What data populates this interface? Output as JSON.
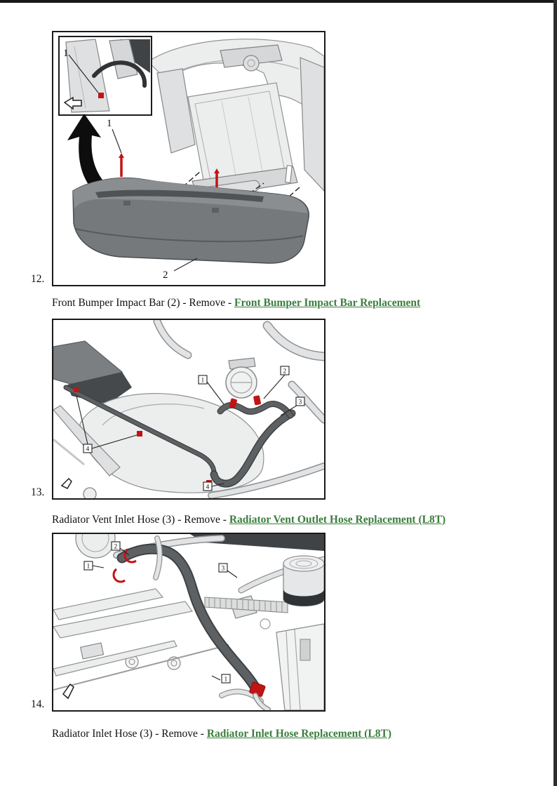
{
  "page": {
    "background": "#ffffff",
    "top_rule_color": "#191919",
    "right_edge_color": "#2d2d2d"
  },
  "colors": {
    "link_green": "#3b7d3d",
    "highlight_red": "#c21414"
  },
  "steps": [
    {
      "number": "12.",
      "caption": {
        "prefix": "Front Bumper Impact Bar (2) - Remove - ",
        "link": "Front Bumper Impact Bar Replacement"
      },
      "figure": {
        "name": "front-bumper-impact-bar-removal-diagram",
        "callouts": {
          "inset_label": "1",
          "bolt_label": "1",
          "bumper_label": "2"
        }
      }
    },
    {
      "number": "13.",
      "caption": {
        "prefix": "Radiator Vent Inlet Hose (3) - Remove - ",
        "link": "Radiator Vent Outlet Hose Replacement (L8T)"
      },
      "figure": {
        "name": "radiator-vent-inlet-hose-diagram",
        "callouts": {
          "c1": "1",
          "c2": "2",
          "c3": "3",
          "c4a": "4",
          "c4b": "4"
        }
      }
    },
    {
      "number": "14.",
      "caption": {
        "prefix": "Radiator Inlet Hose (3) - Remove - ",
        "link": "Radiator Inlet Hose Replacement (L8T)"
      },
      "figure": {
        "name": "radiator-inlet-hose-diagram",
        "callouts": {
          "c1": "1",
          "c2": "2",
          "c3": "3",
          "c1b": "1"
        }
      }
    }
  ]
}
